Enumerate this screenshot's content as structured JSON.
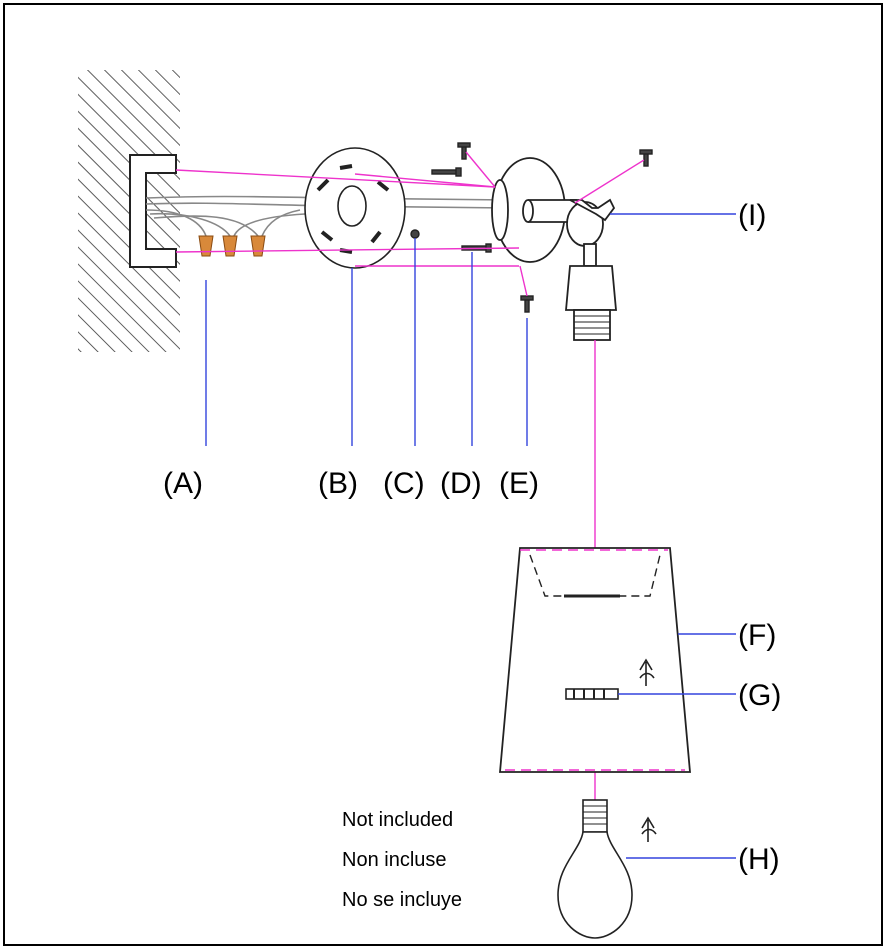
{
  "labels": {
    "A": "(A)",
    "B": "(B)",
    "C": "(C)",
    "D": "(D)",
    "E": "(E)",
    "F": "(F)",
    "G": "(G)",
    "H": "(H)",
    "I": "(I)"
  },
  "note": {
    "line1": "Not included",
    "line2": "Non incluse",
    "line3": "No se incluye"
  },
  "colors": {
    "leader": "#3344dd",
    "alignment": "#ee33cc",
    "wire_nut": "#d8893a",
    "outline": "#222222"
  }
}
